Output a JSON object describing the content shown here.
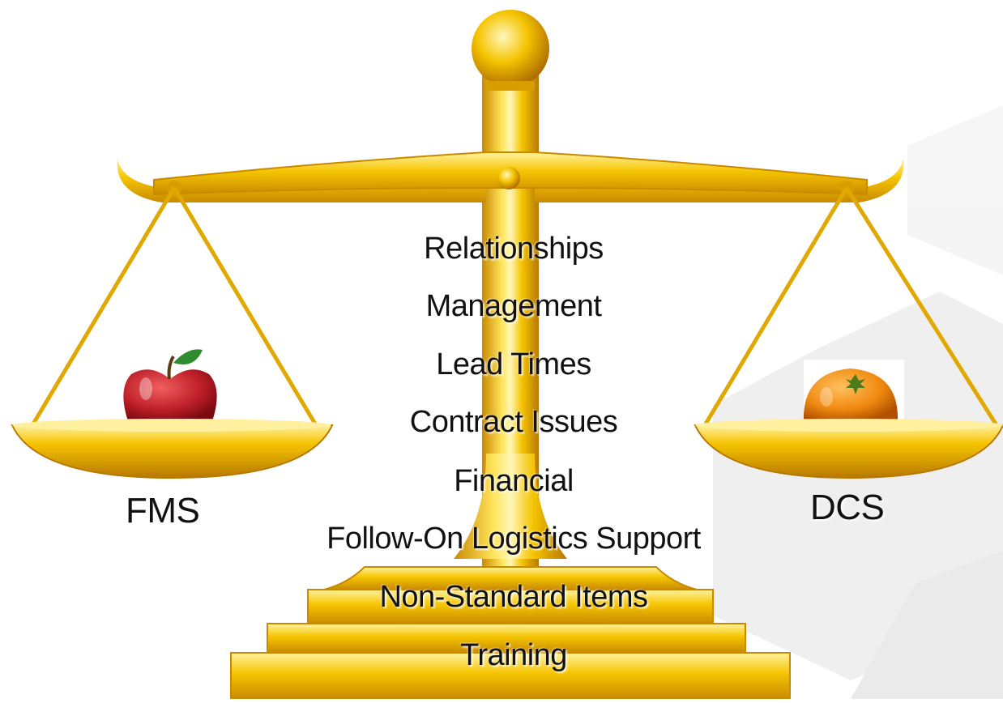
{
  "left_label": "FMS",
  "right_label": "DCS",
  "factors": [
    "Relationships",
    "Management",
    "Lead Times",
    "Contract Issues",
    "Financial",
    "Follow-On Logistics Support",
    "Non-Standard Items",
    "Training"
  ],
  "icons": {
    "left_pan_item": "apple-icon",
    "right_pan_item": "orange-icon"
  },
  "colors": {
    "gold": "#F5C400",
    "gold_dark": "#C98A00",
    "gold_light": "#FFF3A0",
    "apple": "#C0202A",
    "orange": "#F08A10"
  }
}
